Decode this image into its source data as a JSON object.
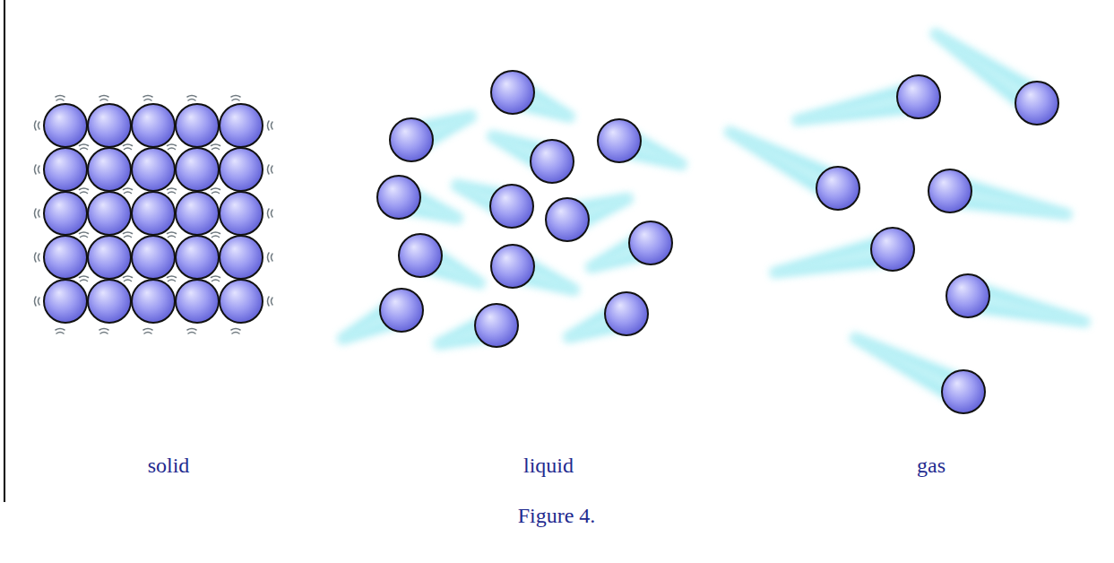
{
  "diagram": {
    "caption": "Figure 4.",
    "labels": [
      "solid",
      "liquid",
      "gas"
    ]
  }
}
